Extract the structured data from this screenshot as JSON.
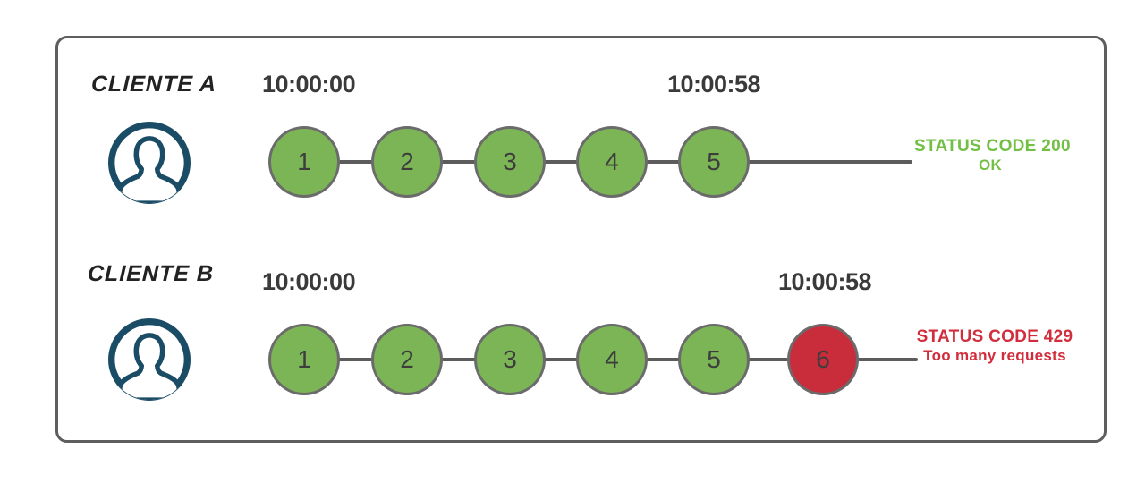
{
  "colors": {
    "request_ok_fill": "#7cb556",
    "request_blocked_fill": "#c92c3a",
    "circle_border": "#6b6b6b",
    "status_ok_text": "#72bf44",
    "status_blocked_text": "#d22d3c",
    "avatar_stroke": "#1a4c66",
    "timeline_line": "#5c5c5c",
    "frame_border": "#5e5e5e",
    "timestamp_text": "#3a3a3a"
  },
  "rows": [
    {
      "client": "CLIENTE A",
      "time_start": "10:00:00",
      "time_end": "10:00:58",
      "circles": [
        "1",
        "2",
        "3",
        "4",
        "5"
      ],
      "status": {
        "line1": "STATUS CODE 200",
        "line2": "OK"
      }
    },
    {
      "client": "CLIENTE B",
      "time_start": "10:00:00",
      "time_end": "10:00:58",
      "circles": [
        "1",
        "2",
        "3",
        "4",
        "5",
        "6"
      ],
      "status": {
        "line1": "STATUS CODE 429",
        "line2": "Too many requests"
      }
    }
  ],
  "icons": {
    "avatar": "user-avatar-icon"
  }
}
